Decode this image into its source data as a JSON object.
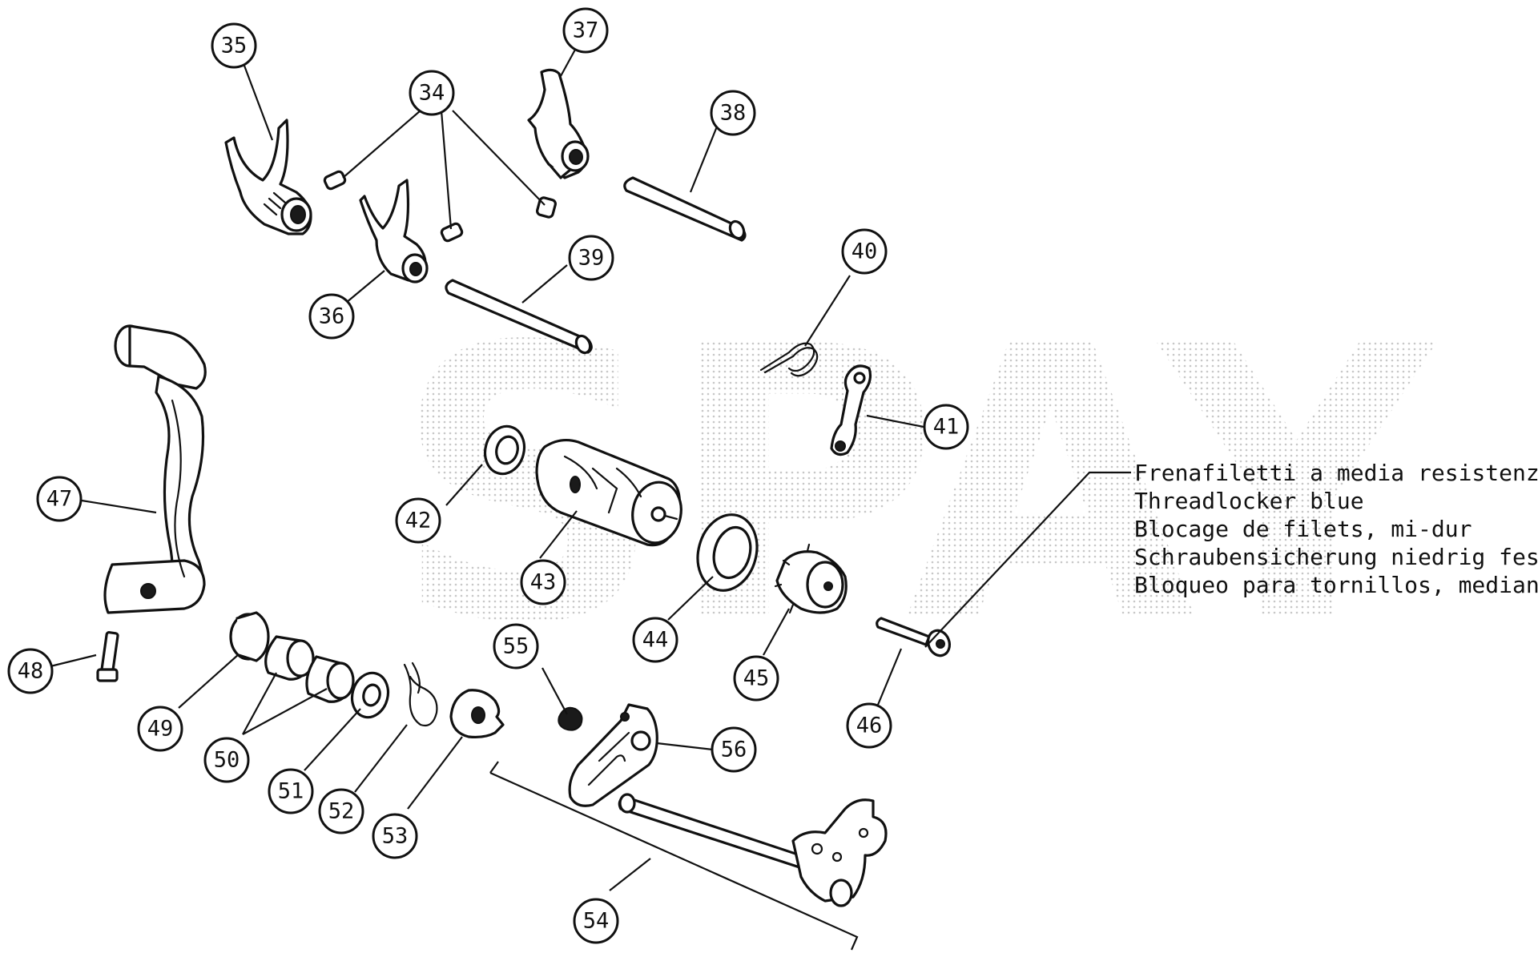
{
  "callouts": [
    {
      "label": "34"
    },
    {
      "label": "35"
    },
    {
      "label": "36"
    },
    {
      "label": "37"
    },
    {
      "label": "38"
    },
    {
      "label": "39"
    },
    {
      "label": "40"
    },
    {
      "label": "41"
    },
    {
      "label": "42"
    },
    {
      "label": "43"
    },
    {
      "label": "44"
    },
    {
      "label": "45"
    },
    {
      "label": "46"
    },
    {
      "label": "47"
    },
    {
      "label": "48"
    },
    {
      "label": "49"
    },
    {
      "label": "50"
    },
    {
      "label": "51"
    },
    {
      "label": "52"
    },
    {
      "label": "53"
    },
    {
      "label": "54"
    },
    {
      "label": "55"
    },
    {
      "label": "56"
    }
  ],
  "note": {
    "lines": [
      "Frenafiletti a media resistenza",
      "Threadlocker blue",
      "Blocage de filets, mi-dur",
      "Schraubensicherung niedrig fest",
      "Bloqueo para tornillos, mediano"
    ]
  },
  "watermark": {
    "text": "SPAY"
  }
}
